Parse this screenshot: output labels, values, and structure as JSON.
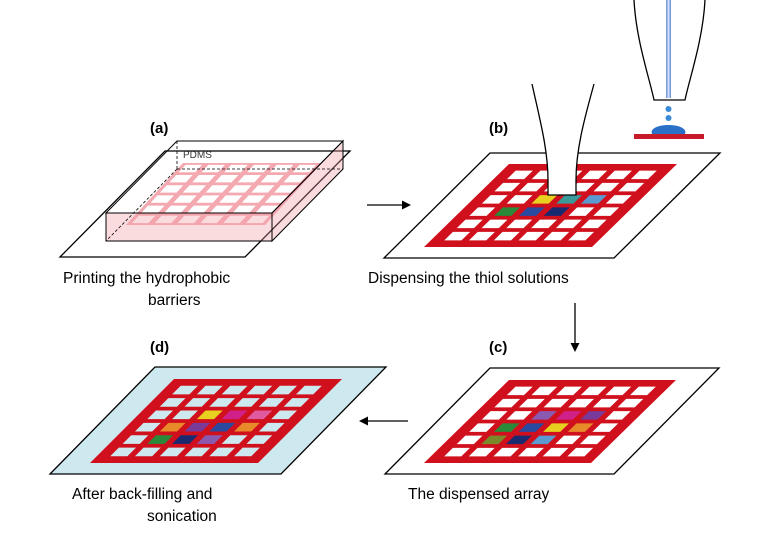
{
  "panels": {
    "a": {
      "label": "(a)",
      "caption_line1": "Printing the hydrophobic",
      "caption_line2": "barriers",
      "stamp_label": "PDMS"
    },
    "b": {
      "label": "(b)",
      "caption_line1": "Dispensing the thiol solutions"
    },
    "c": {
      "label": "(c)",
      "caption_line1": "The dispensed array"
    },
    "d": {
      "label": "(d)",
      "caption_line1": "After back-filling and",
      "caption_line2": "sonication"
    }
  },
  "colors": {
    "barrier_red": "#d0101c",
    "pdms_pink": "#f29aa3",
    "background_blue": "#cde8ee",
    "well_white": "#ffffff",
    "spot_yellow": "#e8d020",
    "spot_magenta": "#d0208a",
    "spot_purple": "#7a3a9a",
    "spot_green": "#2a8a3a",
    "spot_blue": "#2a4aa0",
    "spot_orange": "#e8892a",
    "spot_navy": "#1a2a70",
    "spot_violet": "#8a5ab0",
    "spot_lightblue": "#5a9ad0",
    "spot_teal": "#3a9a9a",
    "spot_pink": "#e05aa0",
    "spot_olive": "#7a8a2a"
  }
}
